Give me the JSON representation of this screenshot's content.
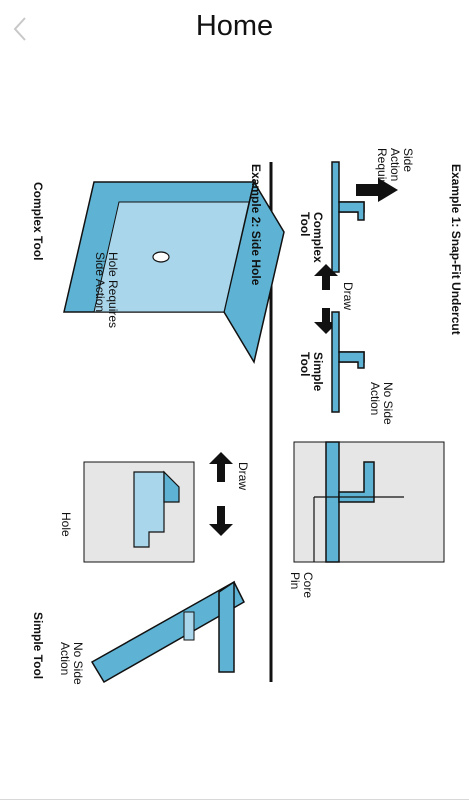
{
  "nav": {
    "title": "Home"
  },
  "figure": {
    "example1_title": "Example 1: Snap-Fit Undercut",
    "example2_title": "Example 2: Side Hole",
    "side_action_required": [
      "Side",
      "Action",
      "Required"
    ],
    "complex_tool": [
      "Complex",
      "Tool"
    ],
    "draw": "Draw",
    "simple_tool": [
      "Simple",
      "Tool"
    ],
    "no_side_action": [
      "No Side",
      "Action"
    ],
    "core_pin": [
      "Core",
      "Pin"
    ],
    "hole_requires_side_action": [
      "Hole Requires",
      "Side Action"
    ],
    "complex_tool_2": "Complex Tool",
    "draw2": "Draw",
    "hole": "Hole",
    "simple_tool_2": "Simple Tool",
    "no_side_action_2": [
      "No Side",
      "Action"
    ],
    "colors": {
      "blue": "#5eb3d4",
      "light_blue": "#a9d6ea",
      "dark": "#111111",
      "grey": "#e6e6e6"
    }
  }
}
